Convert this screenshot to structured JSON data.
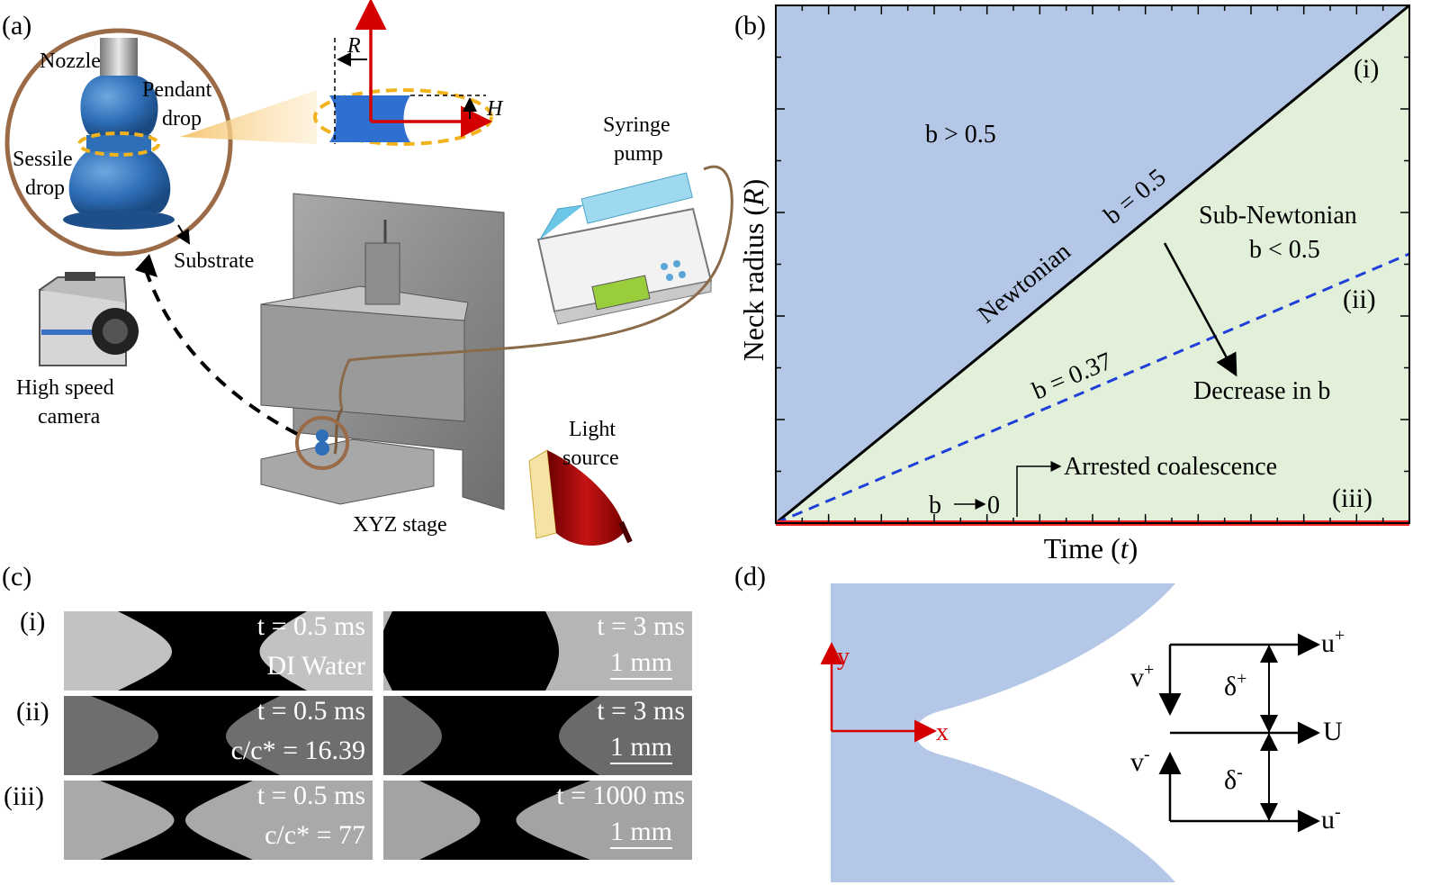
{
  "panel_labels": {
    "a": "(a)",
    "b": "(b)",
    "c": "(c)",
    "d": "(d)"
  },
  "setup": {
    "nozzle": "Nozzle",
    "pendant_drop_1": "Pendant",
    "pendant_drop_2": "drop",
    "sessile_drop_1": "Sessile",
    "sessile_drop_2": "drop",
    "substrate": "Substrate",
    "camera_1": "High speed",
    "camera_2": "camera",
    "syringe_1": "Syringe",
    "syringe_2": "pump",
    "light_1": "Light",
    "light_2": "source",
    "stage": "XYZ stage",
    "R": "R",
    "H": "H"
  },
  "regime_plot": {
    "ylabel_prefix": "Neck radius (",
    "ylabel_var": "R",
    "ylabel_suffix": ")",
    "xlabel_prefix": "Time (",
    "xlabel_var": "t",
    "xlabel_suffix": ")",
    "region_above": "b > 0.5",
    "newtonian": "Newtonian",
    "b05": "b = 0.5",
    "sub_newtonian_1": "Sub-Newtonian",
    "sub_newtonian_2": "b < 0.5",
    "b037": "b = 0.37",
    "decrease": "Decrease in b",
    "arrested": "Arrested coalescence",
    "b_to_0_left": "b",
    "b_to_0_right": "0",
    "case_i": "(i)",
    "case_ii": "(ii)",
    "case_iii": "(iii)",
    "colors": {
      "above": "#b4c7e7",
      "below": "#e2efd9",
      "dashed": "#1f3fd9",
      "arrested": "#ee2222"
    }
  },
  "snapshots": {
    "rows": [
      {
        "label": "(i)",
        "left_time": "t = 0.5 ms",
        "left_sub": "DI Water",
        "right_time": "t = 3 ms",
        "scale": "1 mm"
      },
      {
        "label": "(ii)",
        "left_time": "t = 0.5 ms",
        "left_sub": "c/c* = 16.39",
        "right_time": "t = 3 ms",
        "scale": "1 mm"
      },
      {
        "label": "(iii)",
        "left_time": "t = 0.5 ms",
        "left_sub": "c/c* = 77",
        "right_time": "t = 1000 ms",
        "scale": "1 mm"
      }
    ]
  },
  "neck_schematic": {
    "y": "y",
    "x": "x",
    "u_plus": "u",
    "u_minus": "u",
    "U": "U",
    "v_plus": "v",
    "v_minus": "v",
    "delta_plus": "δ",
    "delta_minus": "δ",
    "plus": "+",
    "minus": "-",
    "fluid_color": "#b4c7e7"
  }
}
